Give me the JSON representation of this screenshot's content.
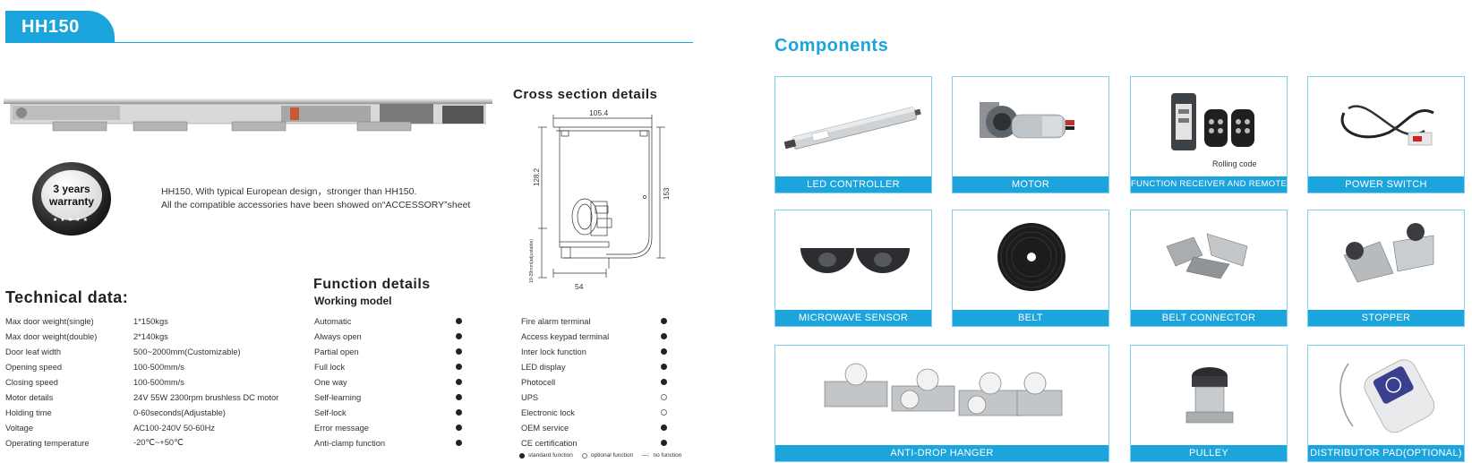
{
  "header": {
    "model": "HH150"
  },
  "warranty": {
    "line1": "3 years",
    "line2": "warranty"
  },
  "description": {
    "line1": "HH150, With typical European design，stronger than HH150.",
    "line2": "All the compatible accessories have been showed on“ACCESSORY”sheet"
  },
  "technical": {
    "title": "Technical data:",
    "rows": [
      {
        "label": "Max door weight(single)",
        "value": "1*150kgs"
      },
      {
        "label": "Max door weight(double)",
        "value": "2*140kgs"
      },
      {
        "label": "Door leaf width",
        "value": "500~2000mm(Customizable)"
      },
      {
        "label": "Opening speed",
        "value": "100-500mm/s"
      },
      {
        "label": "Closing speed",
        "value": "100-500mm/s"
      },
      {
        "label": "Motor details",
        "value": "24V 55W 2300rpm brushless DC motor"
      },
      {
        "label": "Holding time",
        "value": "0-60seconds(Adjustable)"
      },
      {
        "label": "Voltage",
        "value": "AC100-240V  50-60Hz"
      },
      {
        "label": "Operating temperature",
        "value": "-20℃~+50℃"
      }
    ]
  },
  "function": {
    "title": "Function details",
    "subtitle": "Working model",
    "left": [
      {
        "name": "Automatic",
        "mark": "standard"
      },
      {
        "name": "Always open",
        "mark": "standard"
      },
      {
        "name": "Partial open",
        "mark": "standard"
      },
      {
        "name": "Full lock",
        "mark": "standard"
      },
      {
        "name": "One way",
        "mark": "standard"
      },
      {
        "name": "Self-learning",
        "mark": "standard"
      },
      {
        "name": "Self-lock",
        "mark": "standard"
      },
      {
        "name": "Error message",
        "mark": "standard"
      },
      {
        "name": "Anti-clamp function",
        "mark": "standard"
      }
    ],
    "right": [
      {
        "name": "Fire alarm terminal",
        "mark": "standard"
      },
      {
        "name": "Access keypad terminal",
        "mark": "standard"
      },
      {
        "name": "Inter lock function",
        "mark": "standard"
      },
      {
        "name": "LED display",
        "mark": "standard"
      },
      {
        "name": "Photocell",
        "mark": "standard"
      },
      {
        "name": "UPS",
        "mark": "optional"
      },
      {
        "name": "Electronic lock",
        "mark": "optional"
      },
      {
        "name": "OEM service",
        "mark": "standard"
      },
      {
        "name": "CE certification",
        "mark": "standard"
      }
    ],
    "legend": {
      "standard": "standard function",
      "optional": "optional function",
      "none": "no function"
    }
  },
  "cross_section": {
    "title": "Cross section details",
    "dim_top": "105.4",
    "dim_height_inner": "128.2",
    "dim_height_total": "153",
    "dim_bottom": "54",
    "dim_side": "19-29mm(adjustable)"
  },
  "components": {
    "title": "Components",
    "items": [
      {
        "label": "LED  CONTROLLER",
        "icon": "led-controller-icon"
      },
      {
        "label": "MOTOR",
        "icon": "motor-icon"
      },
      {
        "label": "FUNCTION RECEIVER AND REMOTE",
        "icon": "receiver-remote-icon",
        "caption": "Rolling code"
      },
      {
        "label": "POWER SWITCH",
        "icon": "power-switch-icon"
      },
      {
        "label": "MICROWAVE SENSOR",
        "icon": "microwave-sensor-icon"
      },
      {
        "label": "BELT",
        "icon": "belt-icon"
      },
      {
        "label": "BELT CONNECTOR",
        "icon": "belt-connector-icon"
      },
      {
        "label": "STOPPER",
        "icon": "stopper-icon"
      },
      {
        "label": "ANTI-DROP HANGER",
        "icon": "anti-drop-hanger-icon"
      },
      {
        "label": "PULLEY",
        "icon": "pulley-icon"
      },
      {
        "label": "DISTRIBUTOR PAD(OPTIONAL)",
        "icon": "distributor-pad-icon"
      }
    ]
  },
  "colors": {
    "accent": "#1ca4dc",
    "border": "#7fcfee"
  }
}
